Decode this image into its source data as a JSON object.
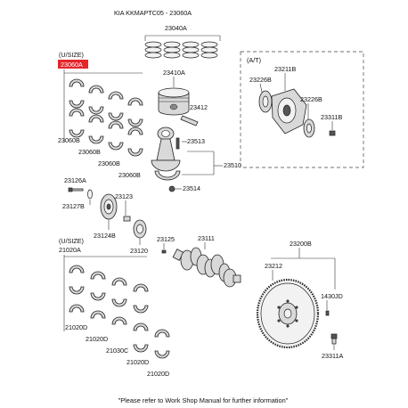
{
  "header": {
    "title": "KIA KKMAPTC05 - 23060A"
  },
  "labels": {
    "piston_rings": "23040A",
    "usize_top": "(U/SIZE)",
    "highlighted_part": "23060A",
    "piston": "23410A",
    "piston_pin": "23412",
    "bearings_1": "23060B",
    "bearings_2": "23060B",
    "bearings_3": "23060B",
    "bearings_4": "23060B",
    "bolt_23513": "23513",
    "conrod": "23510",
    "nut_23514": "23514",
    "bolt_23126a": "23126A",
    "washer_23127b": "23127B",
    "pulley_23124b": "23124B",
    "key_23123": "23123",
    "sprocket_23120": "23120",
    "key_23125": "23125",
    "crankshaft": "23111",
    "at_marker": "(A/T)",
    "at_23211b": "23211B",
    "at_23226b_left": "23226B",
    "at_23226b_right": "23226B",
    "at_23311b": "23311B",
    "usize_bottom": "(U/SIZE)",
    "main_bearing_21020a": "21020A",
    "main_bearing_21020d_1": "21020D",
    "main_bearing_21020d_2": "21020D",
    "main_bearing_21030c": "21030C",
    "main_bearing_21020d_3": "21020D",
    "main_bearing_21020d_4": "21020D",
    "flywheel": "23200B",
    "flywheel_ring": "23212",
    "pin_1430jd": "1430JD",
    "bolt_23311a": "23311A"
  },
  "footer": {
    "note": "\"Please refer to Work Shop Manual for further information\""
  },
  "colors": {
    "highlight_fill": "#e4262b",
    "highlight_text": "#ffffff",
    "line": "#333333",
    "part_fill": "#d9d9d9"
  }
}
